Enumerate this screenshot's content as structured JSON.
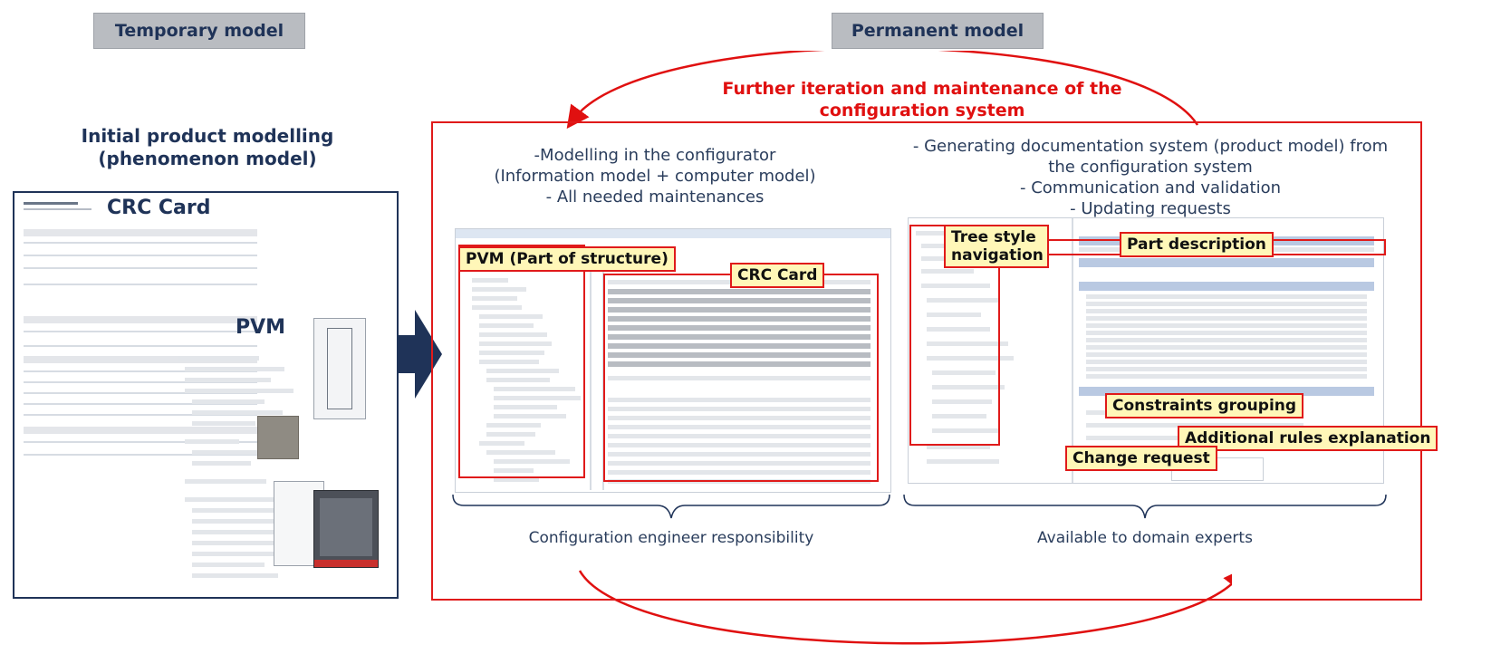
{
  "header": {
    "temporary_label": "Temporary model",
    "permanent_label": "Permanent model"
  },
  "left": {
    "title": "Initial product modelling (phenomenon model)",
    "crc_label": "CRC Card",
    "pvm_label": "PVM"
  },
  "loop": {
    "label": "Further iteration and maintenance of the configuration system"
  },
  "middle": {
    "lines": [
      "-Modelling in the configurator",
      "(Information model + computer model)",
      "- All needed maintenances"
    ],
    "pvm_callout": "PVM (Part of structure)",
    "crc_callout": "CRC Card",
    "caption": "Configuration engineer responsibility"
  },
  "right": {
    "lines": [
      "- Generating documentation system (product model) from",
      "the configuration system",
      "- Communication and  validation",
      "- Updating requests"
    ],
    "tree_callout": "Tree style navigation",
    "part_callout": "Part description",
    "constraints_callout": "Constraints grouping",
    "rules_callout": "Additional rules explanation",
    "change_callout": "Change request",
    "caption": "Available to domain experts"
  },
  "colors": {
    "accent_red": "#e01010",
    "navy": "#1f3358",
    "tag_gray": "#b9bcc1",
    "callout_yellow": "#fff7b8"
  }
}
